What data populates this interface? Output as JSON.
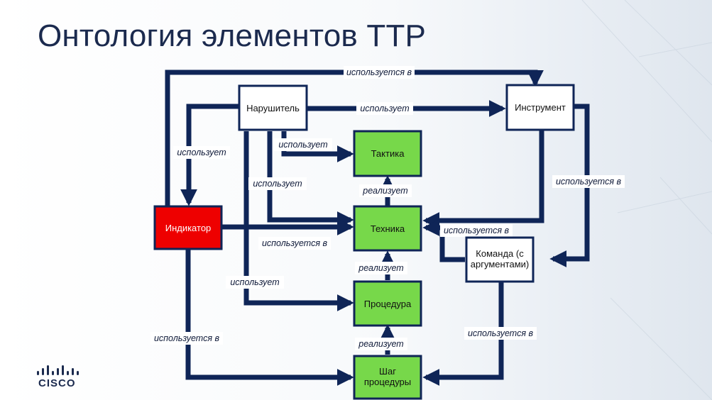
{
  "slide": {
    "title": "Онтология элементов TTP",
    "logo_text": "CISCO"
  },
  "colors": {
    "arrow": "#0f2557",
    "tactic_fill": "#77d84a",
    "indicator_fill": "#ee0000",
    "title": "#1b2a4e"
  },
  "nodes": {
    "violator": "Нарушитель",
    "instrument": "Инструмент",
    "tactic": "Тактика",
    "technique": "Техника",
    "indicator": "Индикатор",
    "command_line1": "Команда (с",
    "command_line2": "аргументами)",
    "procedure": "Процедура",
    "step_line1": "Шаг",
    "step_line2": "процедуры"
  },
  "edges": {
    "indicator_to_instrument": "используется в",
    "violator_to_instrument": "использует",
    "violator_to_tactic": "использует",
    "violator_to_indicator": "использует",
    "violator_to_technique": "использует",
    "instrument_to_command": "используется в",
    "command_to_technique": "используется в",
    "indicator_to_technique": "используется в",
    "technique_realizes_tactic": "реализует",
    "procedure_realizes_technique": "реализует",
    "violator_to_procedure": "использует",
    "step_realizes_procedure": "реализует",
    "indicator_to_step": "используется в",
    "command_to_step": "используется в"
  }
}
